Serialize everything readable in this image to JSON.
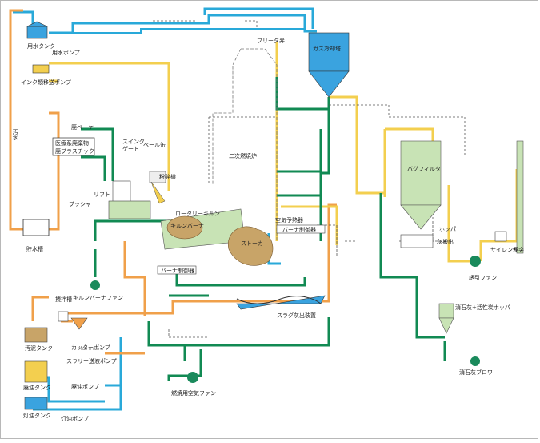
{
  "diagram": {
    "colors": {
      "cyan_line": "#29a9d9",
      "orange_line": "#f0a04a",
      "yellow_line": "#f3cf4f",
      "green_line": "#118a53",
      "dashed_line": "#555555",
      "equipment_blue": "#3aa3df",
      "equipment_olive": "#b7c77b",
      "equipment_tan": "#c8a468",
      "equipment_light_green": "#c8e3b5"
    },
    "labels": {
      "water_tank": "用水タンク",
      "water_pump": "用水ポンプ",
      "ink_pump": "インク類移送ポンプ",
      "waste_water": "汚水",
      "pail_cake": "廃ペーケー",
      "medical_waste": "医療系廃棄物\n廃プラスチック",
      "swing_gate": "スイング\nゲート",
      "pail_can": "ペール缶",
      "shredder": "粉砕機",
      "lift": "リフト",
      "pusher": "プッシャ",
      "settling_tank": "貯水槽",
      "bleeder_valve": "ブリーダ弁",
      "gas_cooler": "ガス冷却塔",
      "secondary_combustion": "二次燃焼炉",
      "rotary_kiln": "ロータリーキルン",
      "kiln_burner": "キルンバーナ",
      "stoker": "ストーカ",
      "air_preheater": "空気予熱器",
      "burner_control": "バーナ制御器",
      "burner_control_2": "バーナ制御器",
      "kiln_burner_fan": "キルンバーナファン",
      "bag_filter": "バグフィルタ",
      "hopper": "ホッパ",
      "ash_unit": "灰搬出",
      "induced_fan": "誘引ファン",
      "silencer": "サイレンサー",
      "stack": "煙突",
      "lime_hopper": "消石灰+活性炭ホッパ",
      "fly_ash_blower": "消石灰ブロワ",
      "slag_conveyor": "スラグ灰出装置",
      "mixing_tank": "攪拌槽",
      "cutter_pump": "カッターポンプ",
      "slurry_pump": "スラリー送液ポンプ",
      "waste_tank": "汚泥タンク",
      "waste_oil_tank": "廃油タンク",
      "waste_oil_pump": "廃油ポンプ",
      "kerosene_tank": "灯油タンク",
      "kerosene_pump": "灯油ポンプ",
      "combustion_fan": "燃焼用空気ファン"
    }
  }
}
